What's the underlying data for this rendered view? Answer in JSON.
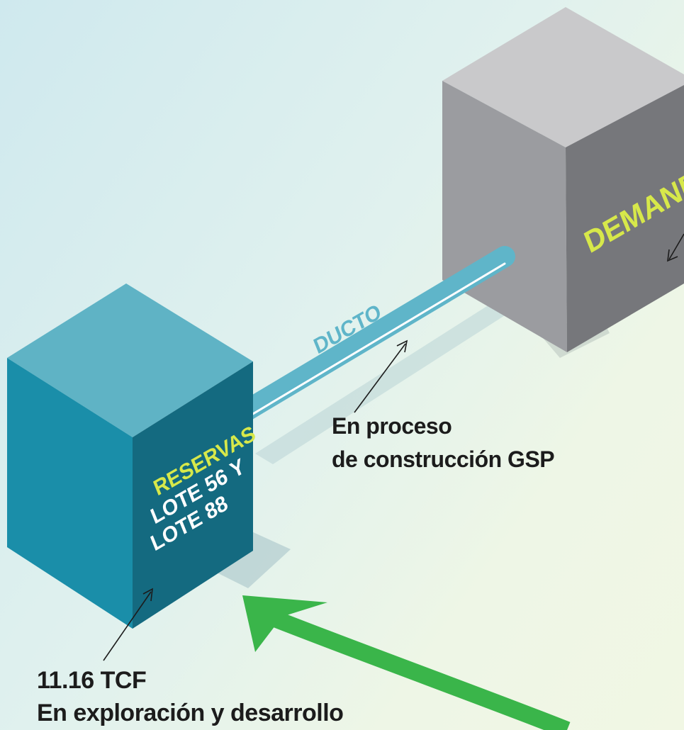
{
  "demand_box": {
    "label": "DEMANDA"
  },
  "reserves_box": {
    "line1": "RESERVAS",
    "line2": "LOTE 56 Y",
    "line3": "LOTE 88"
  },
  "pipeline": {
    "label": "DUCTO"
  },
  "pipeline_note": {
    "line1": "En proceso",
    "line2": "de construcción GSP"
  },
  "reserves_note": {
    "line1": "11.16 TCF",
    "line2": "En exploración y desarrollo"
  },
  "colors": {
    "teal_front": "#1a8ea9",
    "teal_side": "#146a80",
    "teal_top": "#5fb3c5",
    "gray_front": "#9b9ca0",
    "gray_side": "#76777b",
    "gray_top": "#c9c9cb",
    "pipe": "#5fb5c9",
    "label_yellow": "#d7e84a",
    "arrow_green": "#3ab54a"
  }
}
